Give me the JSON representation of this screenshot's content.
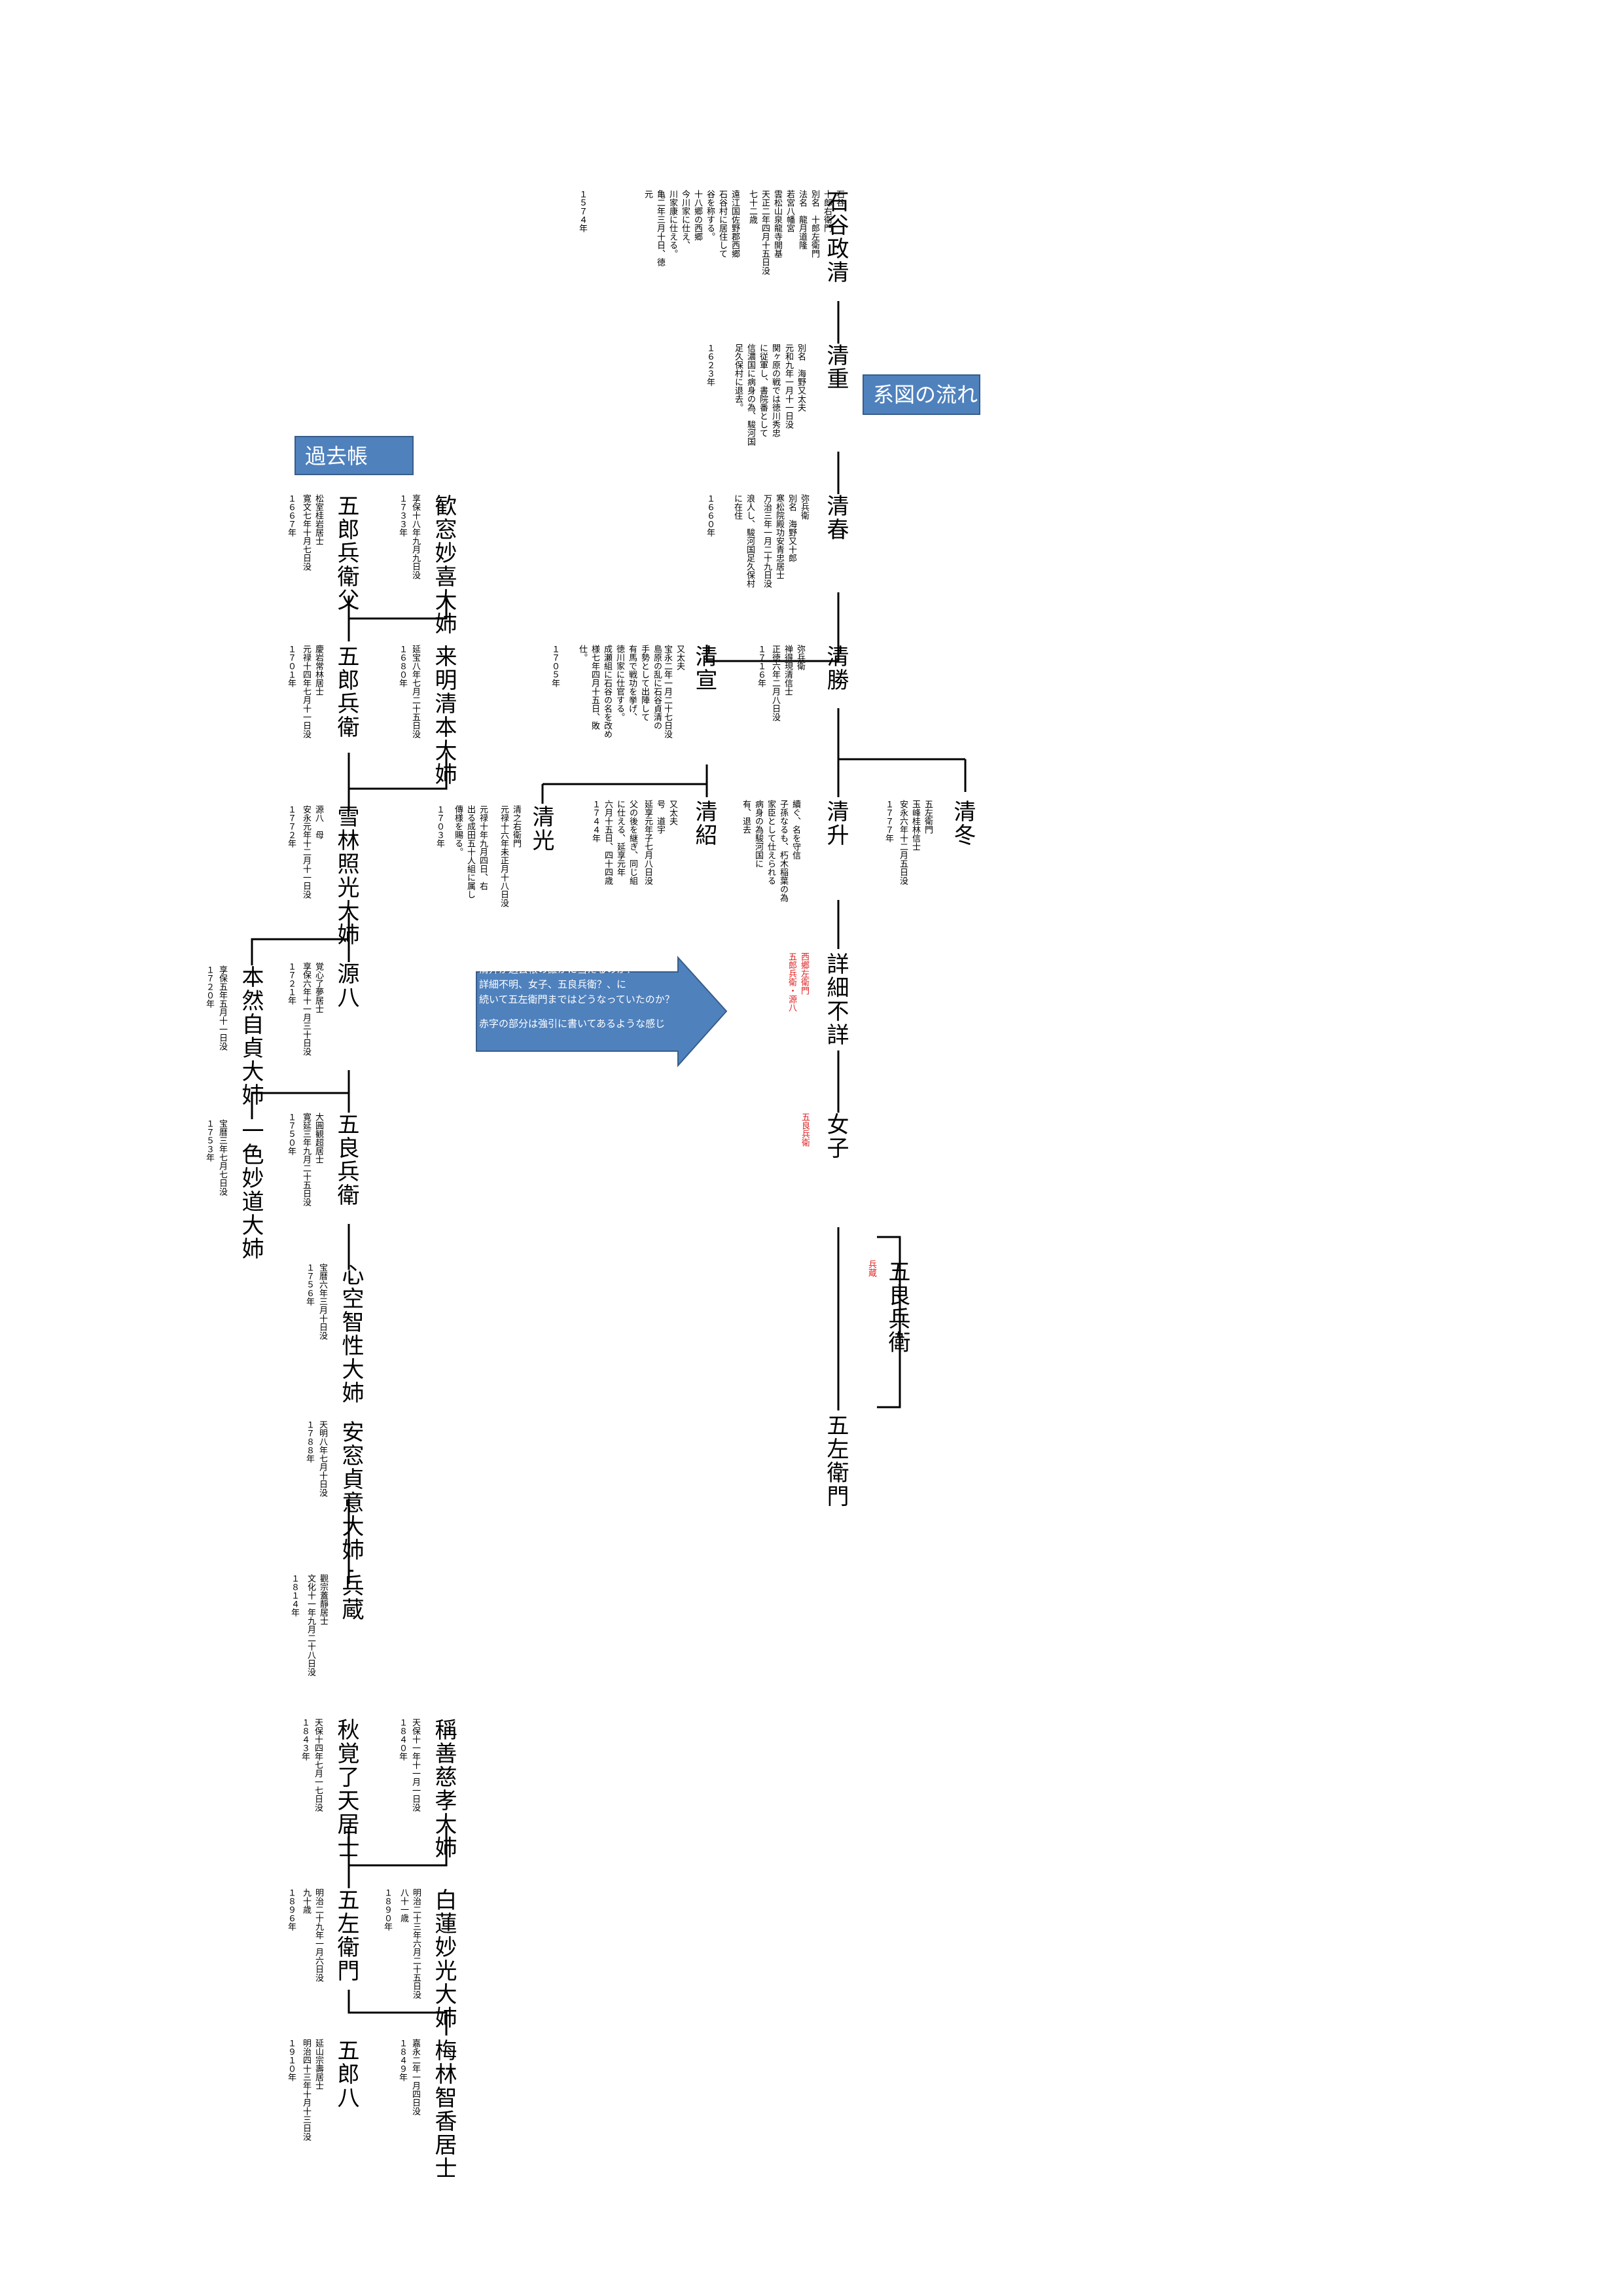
{
  "labels": {
    "chart_label": "系図の流れ",
    "register_label": "過去帳",
    "note": {
      "line1": "清升が過去帳の誰かに当たるのか？",
      "line2": "詳細不明、女子、五良兵衛？、に",
      "line3": "続いて五左衛門まではどうなっていたのか？",
      "line4": "赤字の部分は強引に書いてあるような感じ"
    }
  },
  "lineage": {
    "masakiyo": {
      "name": "石谷政清",
      "note": "石谷\n十郎右衛門\n別名　十郎左衛門\n法名　龍月道隆\n若宮八幡宮\n雲松山泉龍寺開基\n天正二年四月十五日没\n七十二歳",
      "bio": "遠江国佐野郡西郷\n石谷村に居住して\n谷を称する。\n十八郷の西郷\n今川家に仕え、\n川家康に仕える。\n亀二年三月十日、徳\n元",
      "year": "１５７４年"
    },
    "kiyoshige": {
      "name": "清重",
      "note": "別名　海野又太夫\n元和九年一月十一日没",
      "bio": "関ヶ原の戦では徳川秀忠\nに従軍し、書院番として\n信濃国に病身の為、駿河国\n足久保村に退去。",
      "year": "１６２３年"
    },
    "kiyoharu": {
      "name": "清春",
      "note": "弥兵衛\n別名　海野又十郎\n寒松院殿功安青忠居士\n万治三年一月二十九日没",
      "bio": "浪人し、駿河国足久保村\nに在住",
      "year": "１６６０年"
    },
    "kiyokatsu": {
      "name": "清勝",
      "note": "弥兵衛\n禅得現清信士\n正徳六年二月八日没",
      "year": "１７１６年"
    },
    "kiyonobu": {
      "name": "清宣",
      "note": "又太夫\n宝永二年一月二十七日没",
      "bio": "島原の乱に石谷貞清の\n手勢として出陣して\n有馬で戦功を挙げ、\n徳川家に仕官する。\n成瀬組に石谷の名を改め\n様七年四月十五日、敗\n仕。",
      "year": "１７０５年"
    },
    "kiyotsugu": {
      "name": "清紹",
      "note": "又太夫\n号　道宇\n延享元年子七月八日没",
      "bio": "父の後を継ぎ、同じ組\nに仕える、延享元年\n六月十五日、四十四歳\n１７４４年",
      "year": "１７４４年"
    },
    "kiyomitsu": {
      "name": "清光",
      "note": "清之右衛門\n元禄十六年未正月十八日没",
      "bio": "元禄十年九月四日、右\n出る成田五十人組に属し\n傳様を賜る。",
      "year": "１７０３年"
    },
    "kiyomasu": {
      "name": "清升",
      "note": "續ぐ、名を守信\n子孫なるも、朽木稲葉の為\n家臣として仕えられる\n病身の為駿河国に\n有、退去",
      "year": ""
    },
    "kiyofuyu": {
      "name": "清冬",
      "note": "五左衛門\n玉峰桂林信士\n安永六年十二月五日没",
      "year": "１７７７年"
    },
    "unknown": {
      "name": "詳細不詳",
      "red": "西郷左衛門\n五郎兵衛・源八"
    },
    "daughter": {
      "name": "女子",
      "red": "五良兵衛"
    },
    "goro": {
      "name": "五良兵衛",
      "red": "兵蔵"
    },
    "gozaemon": {
      "name": "五左衛門"
    }
  },
  "register": {
    "r1": {
      "name": "五郎兵衛父",
      "note": "松室桂岩居士\n寛文七年十月七日没",
      "year": "１６６７年"
    },
    "r2": {
      "name": "歓窓妙喜大姉",
      "note": "享保十八年九月九日没",
      "year": "１７３３年"
    },
    "r3": {
      "name": "五郎兵衛",
      "note": "慶岩常林居士\n元禄十四年七月十一日没",
      "year": "１７０１年"
    },
    "r4": {
      "name": "来明清本大姉",
      "note": "延宝八年七月二十五日没",
      "year": "１６８０年"
    },
    "r5": {
      "name": "雪林照光大姉",
      "note": "源八　母\n安永元年十二月十一日没",
      "year": "１７７２年"
    },
    "r6": {
      "name": "源八",
      "note": "覚心了夢居士\n享保六年十一月三十日没",
      "year": "１７２１年"
    },
    "r7": {
      "name": "本然自貞大姉",
      "note": "享保五年五月十一日没",
      "year": "１７２０年"
    },
    "r8": {
      "name": "五良兵衛",
      "note": "大圓観超居士\n寛延三年九月二十五日没",
      "year": "１７５０年"
    },
    "r9": {
      "name": "一色妙道大姉",
      "note": "宝暦三年七月七日没",
      "year": "１７５３年"
    },
    "r10": {
      "name": "心空智性大姉",
      "note": "宝暦六年三月十日没",
      "year": "１７５６年"
    },
    "r11": {
      "name": "安窓貞意大姉",
      "note": "天明八年七月十日没",
      "year": "１７８８年"
    },
    "r12": {
      "name": "兵蔵",
      "note": "觀宗蓋靜居士\n文化十一年九月二十八日没",
      "year": "１８１４年"
    },
    "r13": {
      "name": "稱善慈孝大姉",
      "note": "天保十一年十一月一日没",
      "year": "１８４０年"
    },
    "r14": {
      "name": "秋覚了天居士",
      "note": "天保十四年七月一七日没",
      "year": "１８４３年"
    },
    "r15": {
      "name": "白蓮妙光大姉",
      "note": "明治二十三年六月二十五日没\n八十一歳",
      "year": "１８９０年"
    },
    "r16": {
      "name": "五左衛門",
      "note": "明治二十九年一月六日没\n九十歳",
      "year": "１８９６年"
    },
    "r17": {
      "name": "梅林智香居士",
      "note": "嘉永二年一月四日没",
      "year": "１８４９年"
    },
    "r18": {
      "name": "五郎八",
      "note": "延山宗壽居士\n明治四十三年十月十三日没",
      "year": "１９１０年"
    }
  }
}
